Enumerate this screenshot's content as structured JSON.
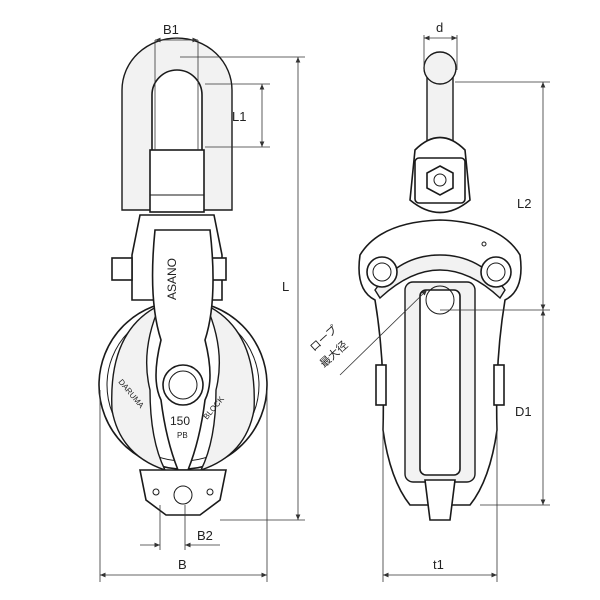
{
  "dimensions": {
    "b1": "B1",
    "l1": "L1",
    "l": "L",
    "b2": "B2",
    "b": "B",
    "d": "d",
    "l2": "L2",
    "d1": "D1",
    "t1": "t1"
  },
  "rope_label": {
    "line1": "ロープ",
    "line2": "最大径"
  },
  "product_markings": {
    "brand": "ASANO",
    "left_text": "DARUMA",
    "right_text": "BLOCK",
    "model_number": "150",
    "model_suffix": "PB"
  }
}
